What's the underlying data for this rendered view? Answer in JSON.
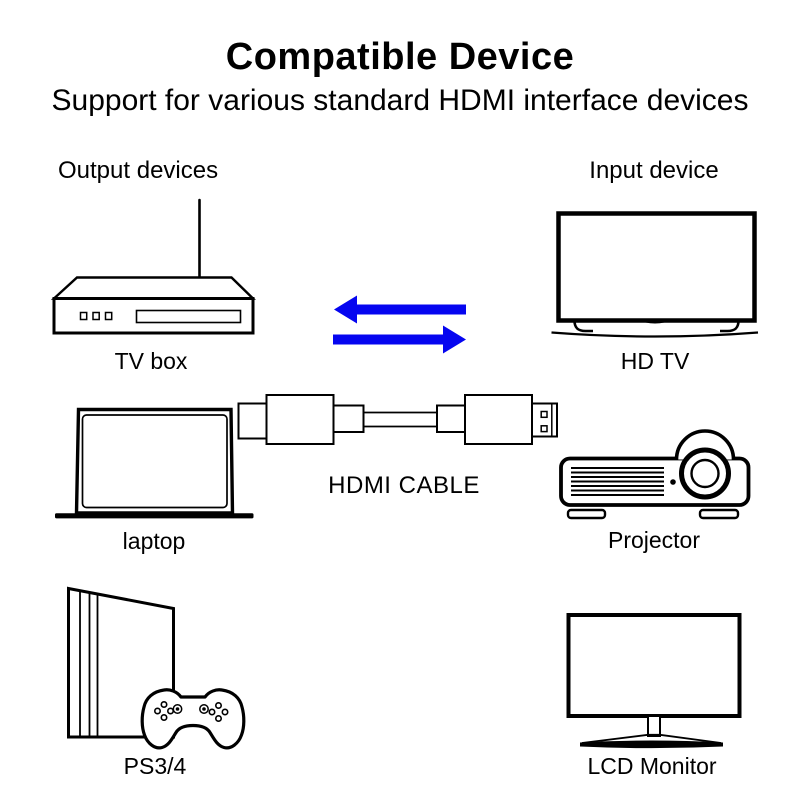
{
  "header": {
    "title": "Compatible Device",
    "subtitle": "Support for various standard HDMI interface devices"
  },
  "columns": {
    "output": "Output devices",
    "input": "Input device"
  },
  "labels": {
    "tv_box": "TV box",
    "hd_tv": "HD TV",
    "laptop": "laptop",
    "projector": "Projector",
    "ps": "PS3/4",
    "lcd_monitor": "LCD Monitor",
    "hdmi_cable": "HDMI CABLE"
  },
  "icons": {
    "tv_box": "tv-box-icon",
    "hd_tv": "hd-tv-icon",
    "laptop": "laptop-icon",
    "projector": "projector-icon",
    "ps_console": "ps-console-icon",
    "gamepad": "gamepad-icon",
    "lcd_monitor": "lcd-monitor-icon",
    "hdmi_cable": "hdmi-cable-icon",
    "arrow_left": "arrow-left-icon",
    "arrow_right": "arrow-right-icon"
  },
  "colors": {
    "arrow": "#0505f0",
    "outline": "#000000",
    "background": "#ffffff"
  }
}
